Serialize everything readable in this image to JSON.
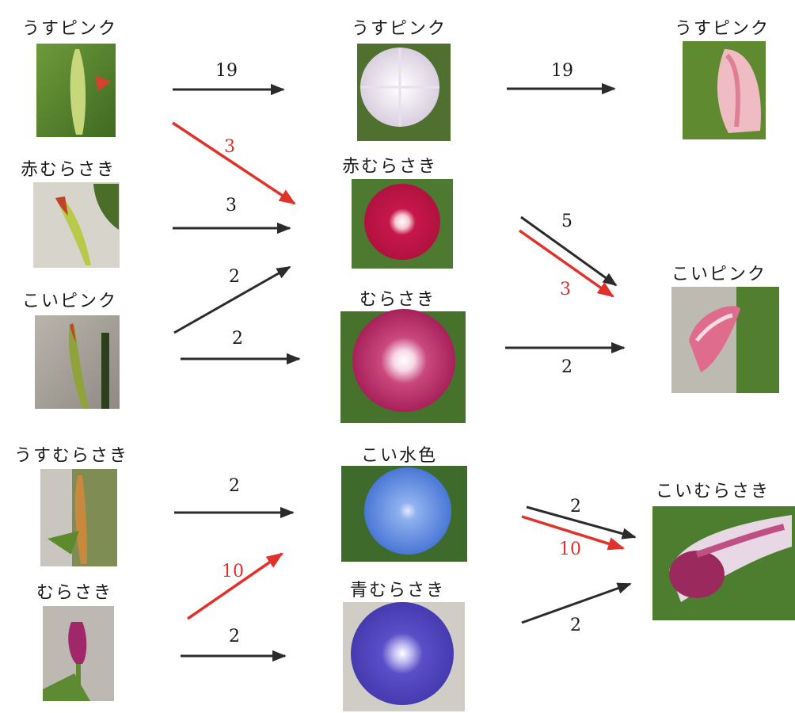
{
  "colors": {
    "black_arrow": "#2b2b2b",
    "red_arrow": "#e0312a",
    "red_text": "#e0312a"
  },
  "nodes": {
    "bud_left_1": {
      "label": "うすピンク",
      "photo": "pale-pink-bud"
    },
    "bud_left_2": {
      "label": "赤むらさき",
      "photo": "red-purple-bud"
    },
    "bud_left_3": {
      "label": "こいピンク",
      "photo": "deep-pink-bud"
    },
    "bud_left_4": {
      "label": "うすむらさき",
      "photo": "pale-purple-bud"
    },
    "bud_left_5": {
      "label": "むらさき",
      "photo": "purple-bud"
    },
    "flower_1": {
      "label": "うすピンク",
      "photo": "pale-pink-flower"
    },
    "flower_2": {
      "label": "赤むらさき",
      "photo": "red-purple-flower"
    },
    "flower_3": {
      "label": "むらさき",
      "photo": "purple-flower"
    },
    "flower_4": {
      "label": "こい水色",
      "photo": "deep-light-blue-flower"
    },
    "flower_5": {
      "label": "青むらさき",
      "photo": "blue-purple-flower"
    },
    "wilt_1": {
      "label": "うすピンク",
      "photo": "pale-pink-wilted"
    },
    "wilt_2": {
      "label": "こいピンク",
      "photo": "deep-pink-wilted"
    },
    "wilt_3": {
      "label": "こいむらさき",
      "photo": "deep-purple-wilted"
    }
  },
  "edges": [
    {
      "from": "bud_left_1",
      "to": "flower_1",
      "count": "19",
      "color": "black"
    },
    {
      "from": "bud_left_1",
      "to": "flower_2",
      "count": "3",
      "color": "red"
    },
    {
      "from": "bud_left_2",
      "to": "flower_2",
      "count": "3",
      "color": "black"
    },
    {
      "from": "bud_left_3",
      "to": "flower_2",
      "count": "2",
      "color": "black"
    },
    {
      "from": "bud_left_3",
      "to": "flower_3",
      "count": "2",
      "color": "black"
    },
    {
      "from": "flower_1",
      "to": "wilt_1",
      "count": "19",
      "color": "black"
    },
    {
      "from": "flower_2",
      "to": "wilt_2",
      "count": "5",
      "color": "black"
    },
    {
      "from": "flower_2",
      "to": "wilt_2",
      "count": "3",
      "color": "red"
    },
    {
      "from": "flower_3",
      "to": "wilt_2",
      "count": "2",
      "color": "black"
    },
    {
      "from": "bud_left_4",
      "to": "flower_4",
      "count": "2",
      "color": "black"
    },
    {
      "from": "bud_left_5",
      "to": "flower_4",
      "count": "10",
      "color": "red"
    },
    {
      "from": "bud_left_5",
      "to": "flower_5",
      "count": "2",
      "color": "black"
    },
    {
      "from": "flower_4",
      "to": "wilt_3",
      "count": "2",
      "color": "black"
    },
    {
      "from": "flower_4",
      "to": "wilt_3",
      "count": "10",
      "color": "red"
    },
    {
      "from": "flower_5",
      "to": "wilt_3",
      "count": "2",
      "color": "black"
    }
  ]
}
